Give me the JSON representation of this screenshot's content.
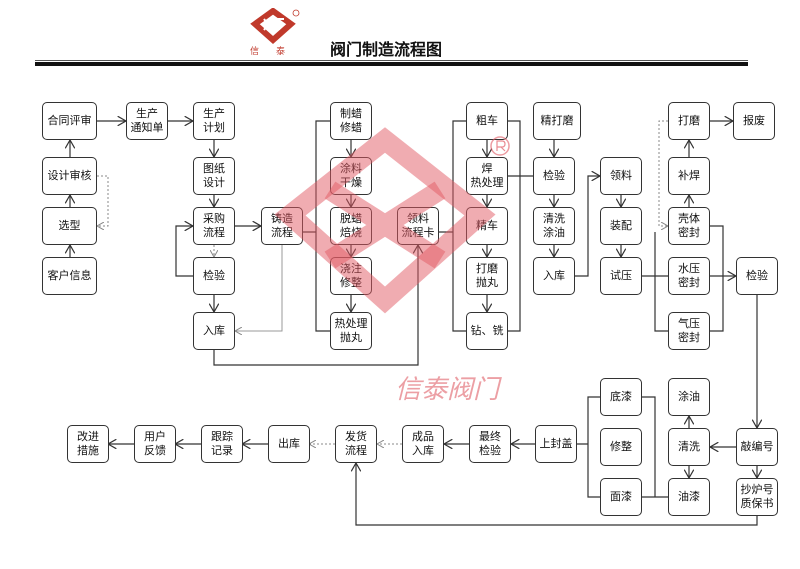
{
  "header": {
    "title": "阀门制造流程图",
    "logo_text": [
      "信",
      "泰"
    ],
    "logo_mark": "XT",
    "registered": "®"
  },
  "watermark": {
    "text": "信泰阀门",
    "mark": "XT ®"
  },
  "nodes": {
    "contract_review": "合同评审",
    "production_notice": "生产\n通知单",
    "production_plan": "生产\n计划",
    "wax_make": "制蜡\n修蜡",
    "rough_turn": "粗车",
    "fine_grind": "精打磨",
    "grind_top": "打磨",
    "scrap": "报废",
    "design_review": "设计审核",
    "drawing_design": "图纸\n设计",
    "coat_dry": "涂料\n干燥",
    "weld_heat": "焊\n热处理",
    "inspect_mid": "检验",
    "pick_material": "领料",
    "repair_weld": "补焊",
    "selection": "选型",
    "purchase_flow": "采购\n流程",
    "casting_flow": "铸造\n流程",
    "dewax_bake": "脱蜡\n焙烧",
    "material_card": "领料\n流程卡",
    "finish_turn": "精车",
    "clean_oil": "清洗\n涂油",
    "assembly": "装配",
    "shell_seal": "壳体\n密封",
    "customer_info": "客户信息",
    "inspect_left": "检验",
    "pour_trim": "浇注\n修整",
    "grind_blast": "打磨\n抛丸",
    "store_mid": "入库",
    "pressure_test": "试压",
    "water_seal": "水压\n密封",
    "inspect_right": "检验",
    "store_left": "入库",
    "heat_blast": "热处理\n抛丸",
    "drill_mill": "钻、铣",
    "air_seal": "气压\n密封",
    "improve": "改进\n措施",
    "feedback": "用户\n反馈",
    "tracking": "跟踪\n记录",
    "outbound": "出库",
    "shipping": "发货\n流程",
    "finished_store": "成品\n入库",
    "final_inspect": "最终\n检验",
    "cap": "上封盖",
    "primer": "底漆",
    "trim": "修整",
    "topcoat": "面漆",
    "oil_coat": "涂油",
    "clean": "清洗",
    "paint": "油漆",
    "stamp_number": "敲编号",
    "heat_cert": "抄炉号\n质保书"
  },
  "colors": {
    "line": "#333333",
    "watermark": "#e06070",
    "logo": "#c0392b"
  }
}
